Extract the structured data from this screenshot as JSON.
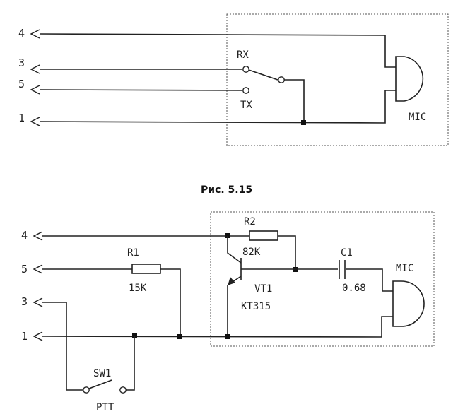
{
  "figure1": {
    "pins": [
      "4",
      "3",
      "5",
      "1"
    ],
    "switch_labels": {
      "rx": "RX",
      "tx": "TX"
    },
    "mic_label": "MIC"
  },
  "caption": "Рис. 5.15",
  "figure2": {
    "pins": [
      "4",
      "5",
      "3",
      "1"
    ],
    "r1": {
      "name": "R1",
      "value": "15K"
    },
    "r2": {
      "name": "R2",
      "value": "82K"
    },
    "transistor": {
      "name": "VT1",
      "type": "KT315"
    },
    "capacitor": {
      "name": "C1",
      "value": "0.68"
    },
    "mic_label": "MIC",
    "switch": {
      "name": "SW1",
      "label": "PTT"
    }
  }
}
